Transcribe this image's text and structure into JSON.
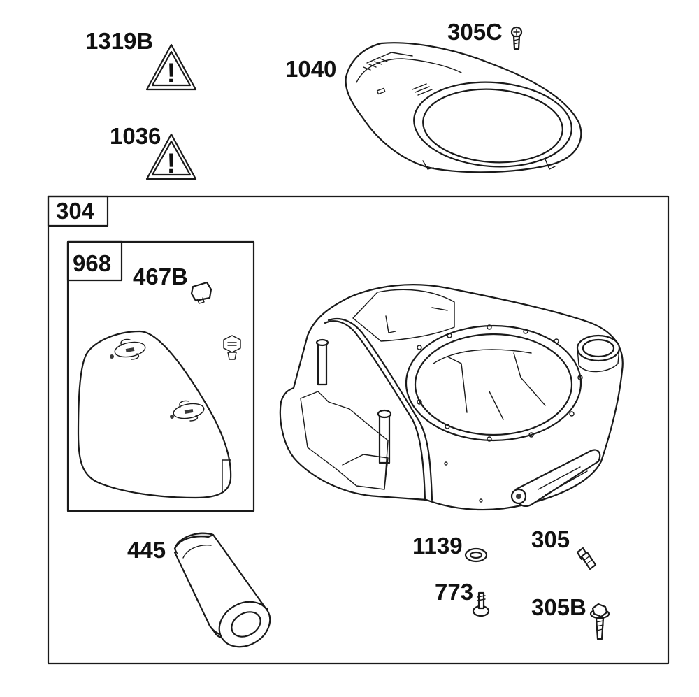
{
  "labels": {
    "l1319b": "1319B",
    "l1036": "1036",
    "l1040": "1040",
    "l305c": "305C",
    "l304": "304",
    "l968": "968",
    "l467b": "467B",
    "l445": "445",
    "l1139": "1139",
    "l305": "305",
    "l773": "773",
    "l305b": "305B"
  },
  "warning_symbol": "!",
  "colors": {
    "line": "#1a1a1a",
    "shade": "#d8d8d8",
    "background": "#ffffff"
  }
}
